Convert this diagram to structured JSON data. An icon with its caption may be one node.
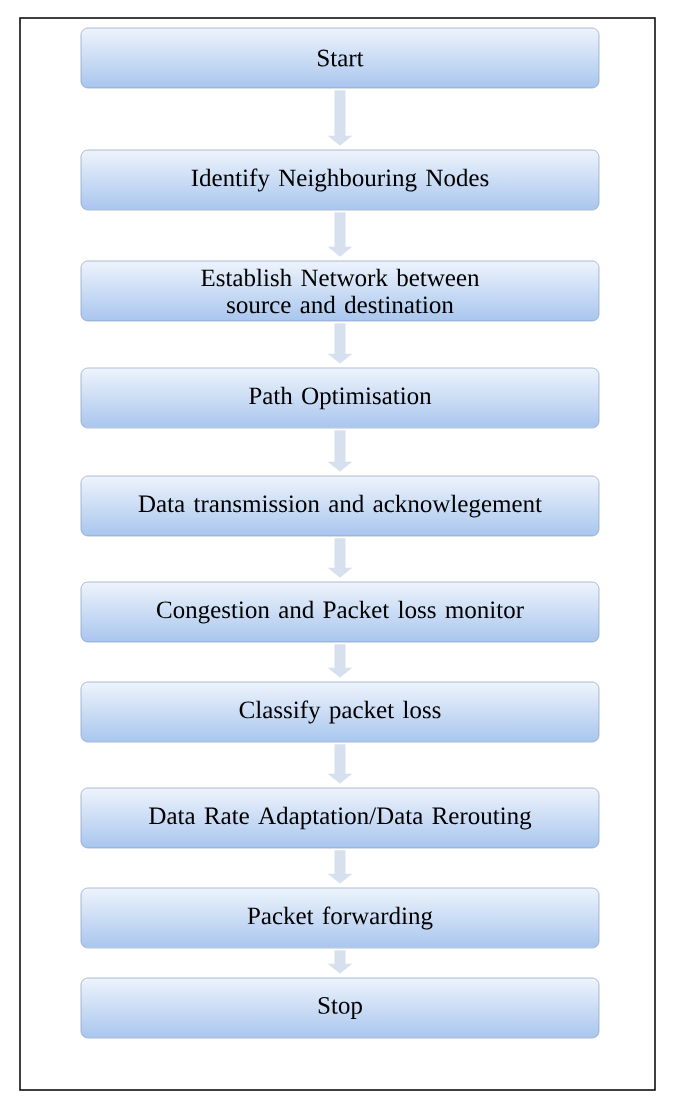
{
  "diagram": {
    "nodes": [
      {
        "text": [
          "Start"
        ]
      },
      {
        "text": [
          "Identify Neighbouring Nodes"
        ]
      },
      {
        "text": [
          "Establish Network between source and destination"
        ]
      },
      {
        "text": [
          "Path Optimisation"
        ]
      },
      {
        "text": [
          "Data transmission and acknowlegement"
        ]
      },
      {
        "text": [
          "Congestion and Packet loss monitor"
        ]
      },
      {
        "text": [
          "Classify packet loss"
        ]
      },
      {
        "text": [
          "Data Rate Adaptation/Data Rerouting"
        ]
      },
      {
        "text": [
          "Packet forwarding"
        ]
      },
      {
        "text": [
          "Stop"
        ]
      }
    ],
    "edges": [
      {
        "from": 0,
        "to": 1,
        "arrow": "to"
      },
      {
        "from": 1,
        "to": 2,
        "arrow": "to"
      },
      {
        "from": 2,
        "to": 3,
        "arrow": "to"
      },
      {
        "from": 3,
        "to": 4,
        "arrow": "to"
      },
      {
        "from": 4,
        "to": 5,
        "arrow": "to"
      },
      {
        "from": 5,
        "to": 6,
        "arrow": "to"
      },
      {
        "from": 6,
        "to": 7,
        "arrow": "to"
      },
      {
        "from": 7,
        "to": 8,
        "arrow": "to"
      },
      {
        "from": 8,
        "to": 9,
        "arrow": "to"
      }
    ]
  }
}
